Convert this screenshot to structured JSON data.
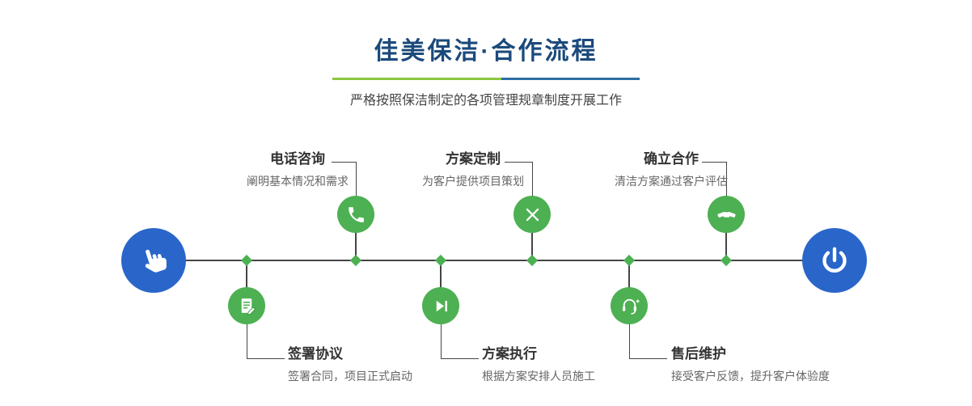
{
  "header": {
    "title": "佳美保洁·合作流程",
    "subtitle": "严格按照保洁制定的各项管理规章制度开展工作"
  },
  "steps_top": [
    {
      "title": "电话咨询",
      "desc": "阐明基本情况和需求",
      "icon": "phone-icon"
    },
    {
      "title": "方案定制",
      "desc": "为客户提供项目策划",
      "icon": "design-tools-icon"
    },
    {
      "title": "确立合作",
      "desc": "清洁方案通过客户评估",
      "icon": "handshake-icon"
    }
  ],
  "steps_bottom": [
    {
      "title": "签署协议",
      "desc": "签署合同，项目正式启动",
      "icon": "contract-icon"
    },
    {
      "title": "方案执行",
      "desc": "根据方案安排人员施工",
      "icon": "play-forward-icon"
    },
    {
      "title": "售后维护",
      "desc": "接受客户反馈，提升客户体验度",
      "icon": "headset-icon"
    }
  ],
  "endpoints": {
    "start_icon": "pointing-hand-icon",
    "end_icon": "power-icon"
  },
  "colors": {
    "title_navy": "#1b4a7b",
    "accent_green": "#4db052",
    "accent_blue": "#2a66c9",
    "line_dark": "#454545",
    "divider_green": "#8bc63f",
    "divider_blue": "#2e6da4"
  }
}
